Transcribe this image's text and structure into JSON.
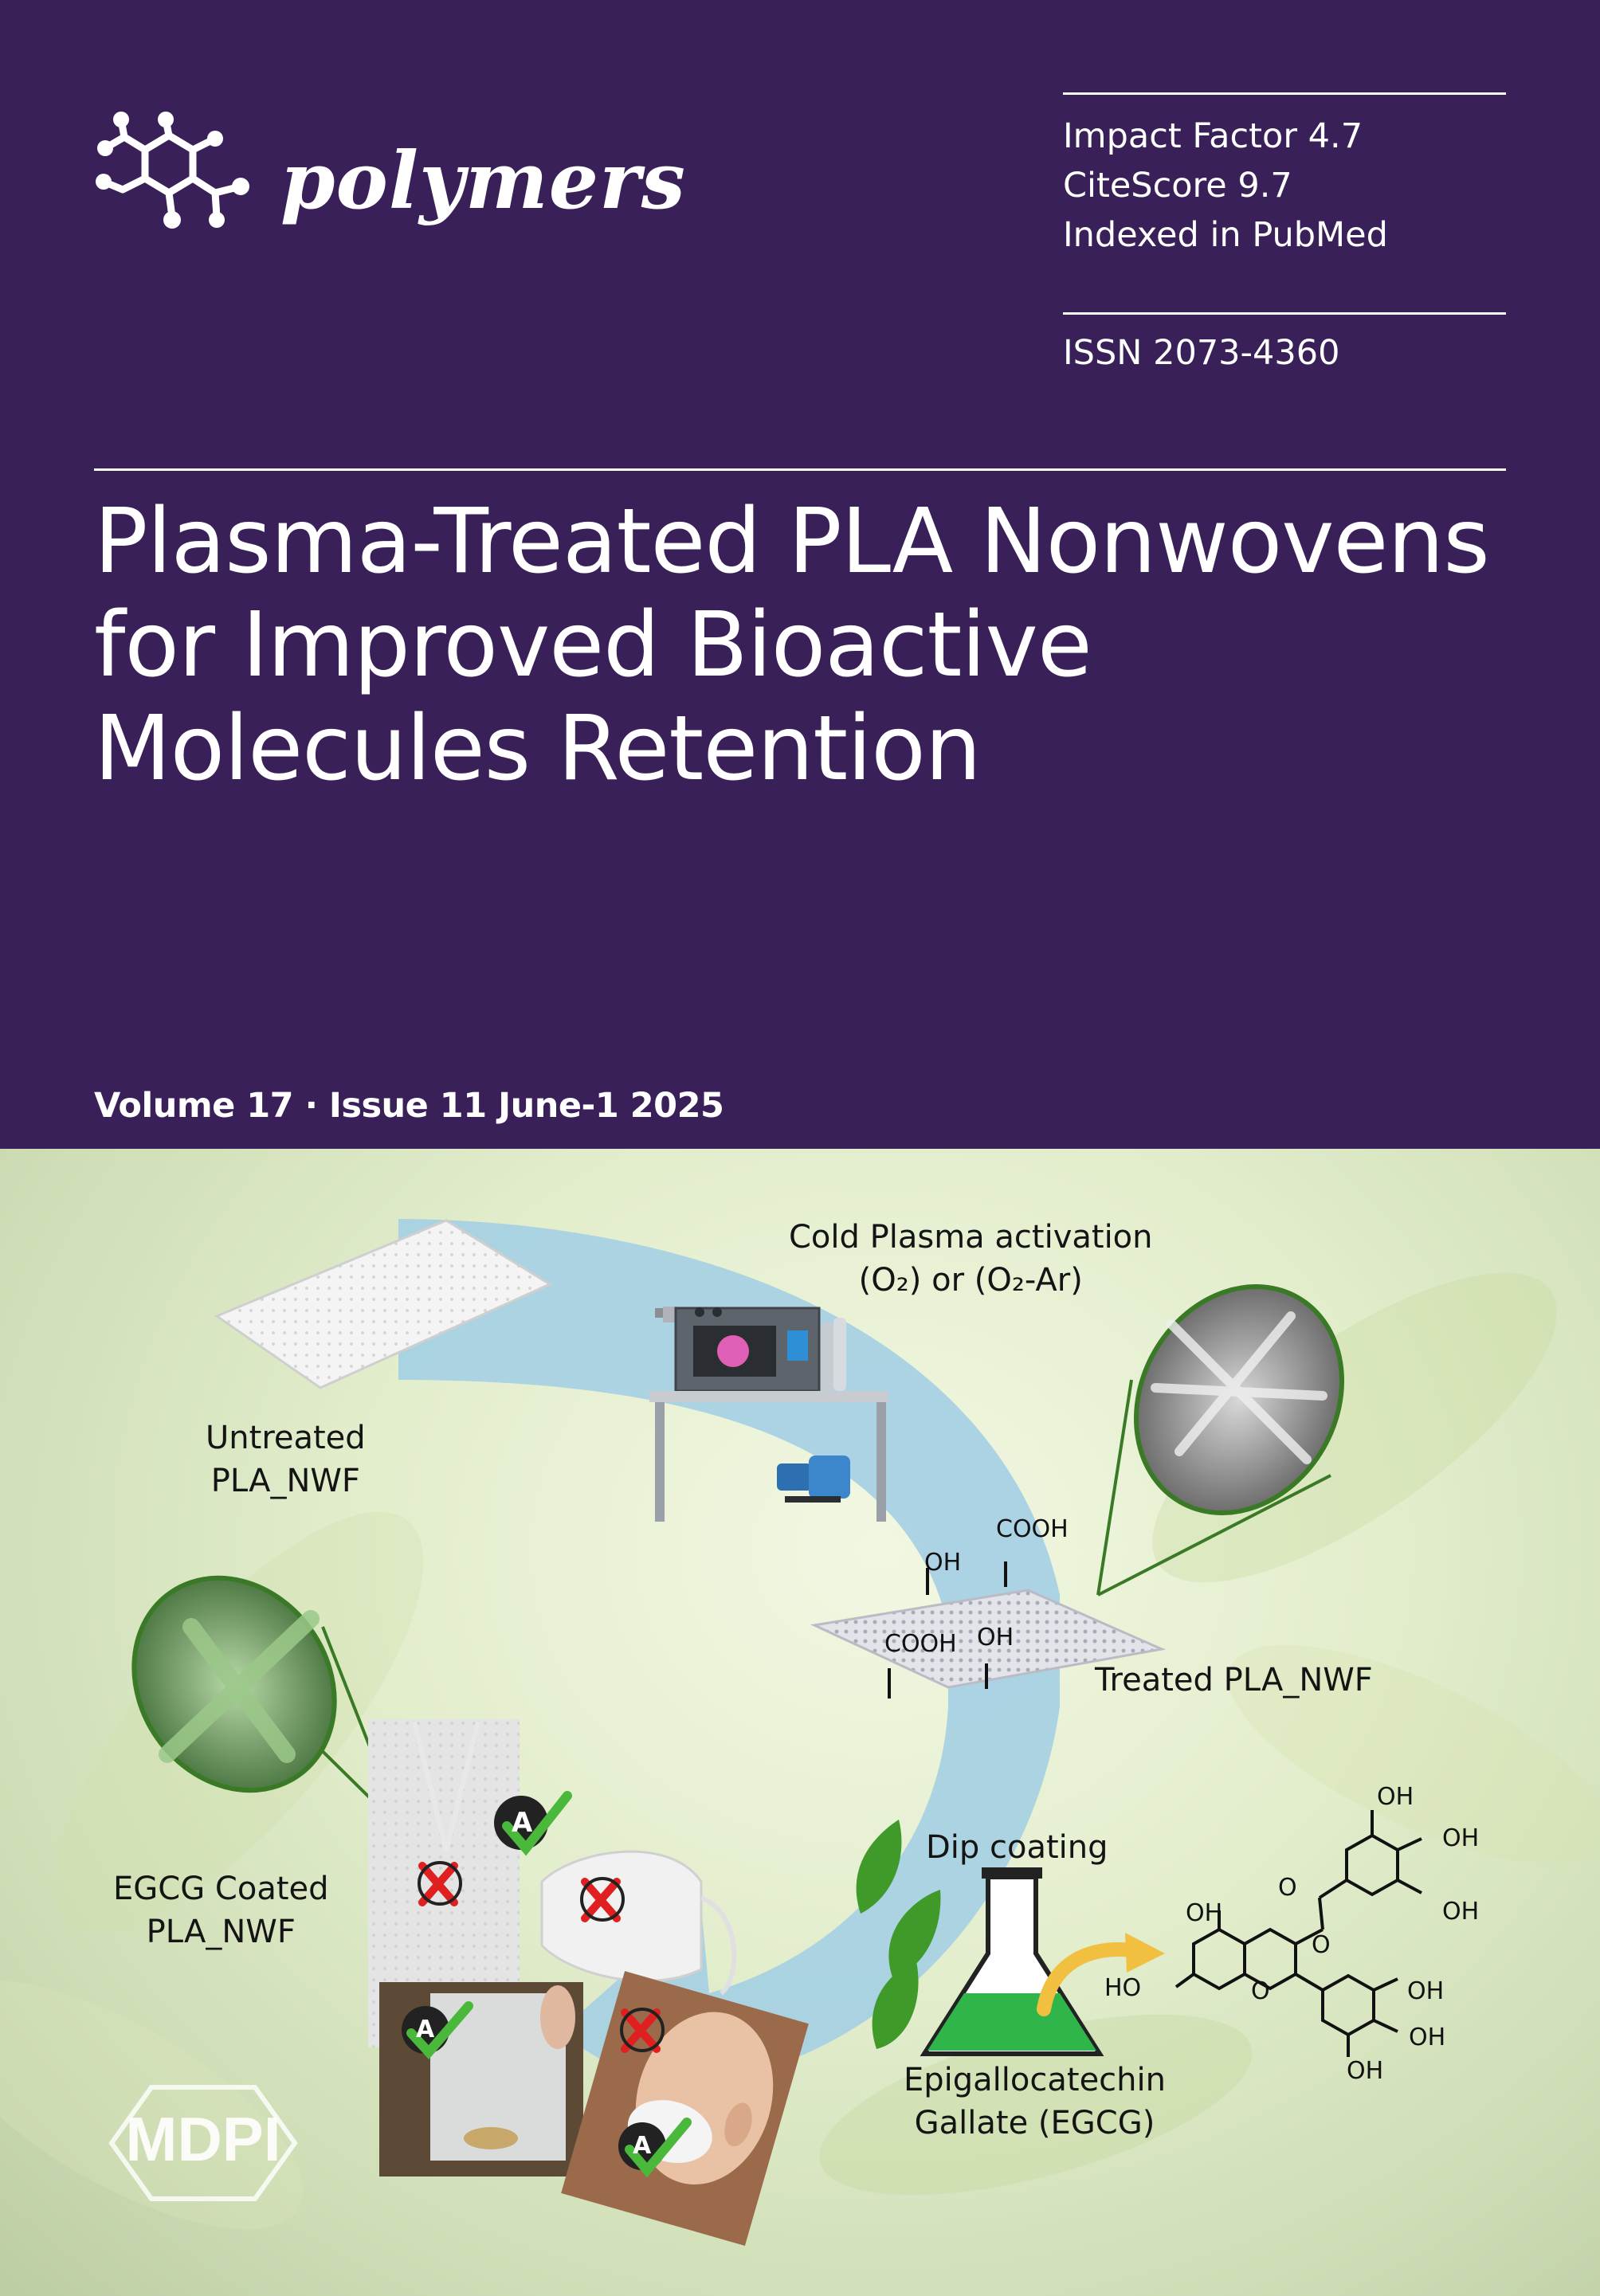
{
  "journal": {
    "name": "polymers",
    "impact_factor": "Impact Factor 4.7",
    "citescore": "CiteScore 9.7",
    "indexed": "Indexed in PubMed",
    "issn": "ISSN 2073-4360"
  },
  "article": {
    "title_lines": [
      "Plasma-Treated PLA Nonwovens",
      "for Improved Bioactive",
      "Molecules Retention"
    ]
  },
  "issue": {
    "volume_line": "Volume 17 · Issue 11 June-1 2025"
  },
  "abstract": {
    "step_plasma_line1": "Cold Plasma activation",
    "step_plasma_line2": "(O₂) or (O₂-Ar)",
    "untreated_line1": "Untreated",
    "untreated_line2": "PLA_NWF",
    "treated": "Treated PLA_NWF",
    "coated_line1": "EGCG Coated",
    "coated_line2": "PLA_NWF",
    "dip": "Dip coating",
    "egcg_line1": "Epigallocatechin",
    "egcg_line2": "Gallate (EGCG)",
    "groups": {
      "cooh_top": "COOH",
      "oh_top": "OH",
      "cooh_bottom": "COOH",
      "oh_bottom": "OH"
    },
    "molecule": {
      "oh1": "OH",
      "oh2": "OH",
      "oh3": "OH",
      "oh4": "OH",
      "oh5": "OH",
      "oh6": "OH",
      "oh7": "OH",
      "ho": "HO",
      "o_ring": "O",
      "o_ester": "O",
      "o_carbonyl": "O"
    },
    "badge_letter": "A"
  },
  "publisher": "MDPI",
  "colors": {
    "header_bg": "#3a2058",
    "arrow_blue": "#a4cfe3",
    "flask_green": "#2fb54a",
    "leaf_green": "#3f9a2a",
    "check_green": "#4ab83a",
    "cross_red": "#e02020"
  }
}
